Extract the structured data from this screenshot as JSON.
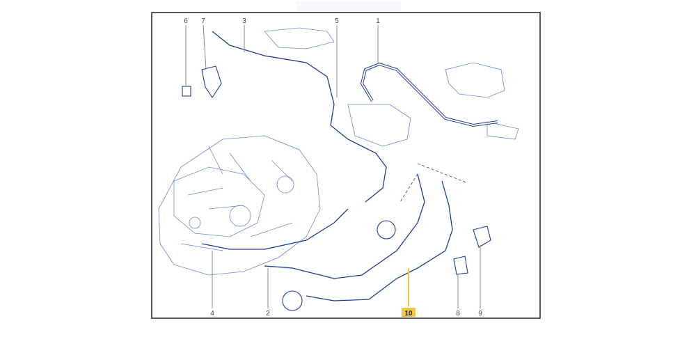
{
  "diagram": {
    "callouts": {
      "top": [
        "6",
        "7",
        "3",
        "5",
        "1"
      ],
      "bottom": [
        "4",
        "2",
        "10",
        "8",
        "9"
      ]
    },
    "highlighted_callout": "10",
    "colors": {
      "line": "#1f3a93",
      "highlight": "#f5c842",
      "frame": "#222222"
    }
  }
}
